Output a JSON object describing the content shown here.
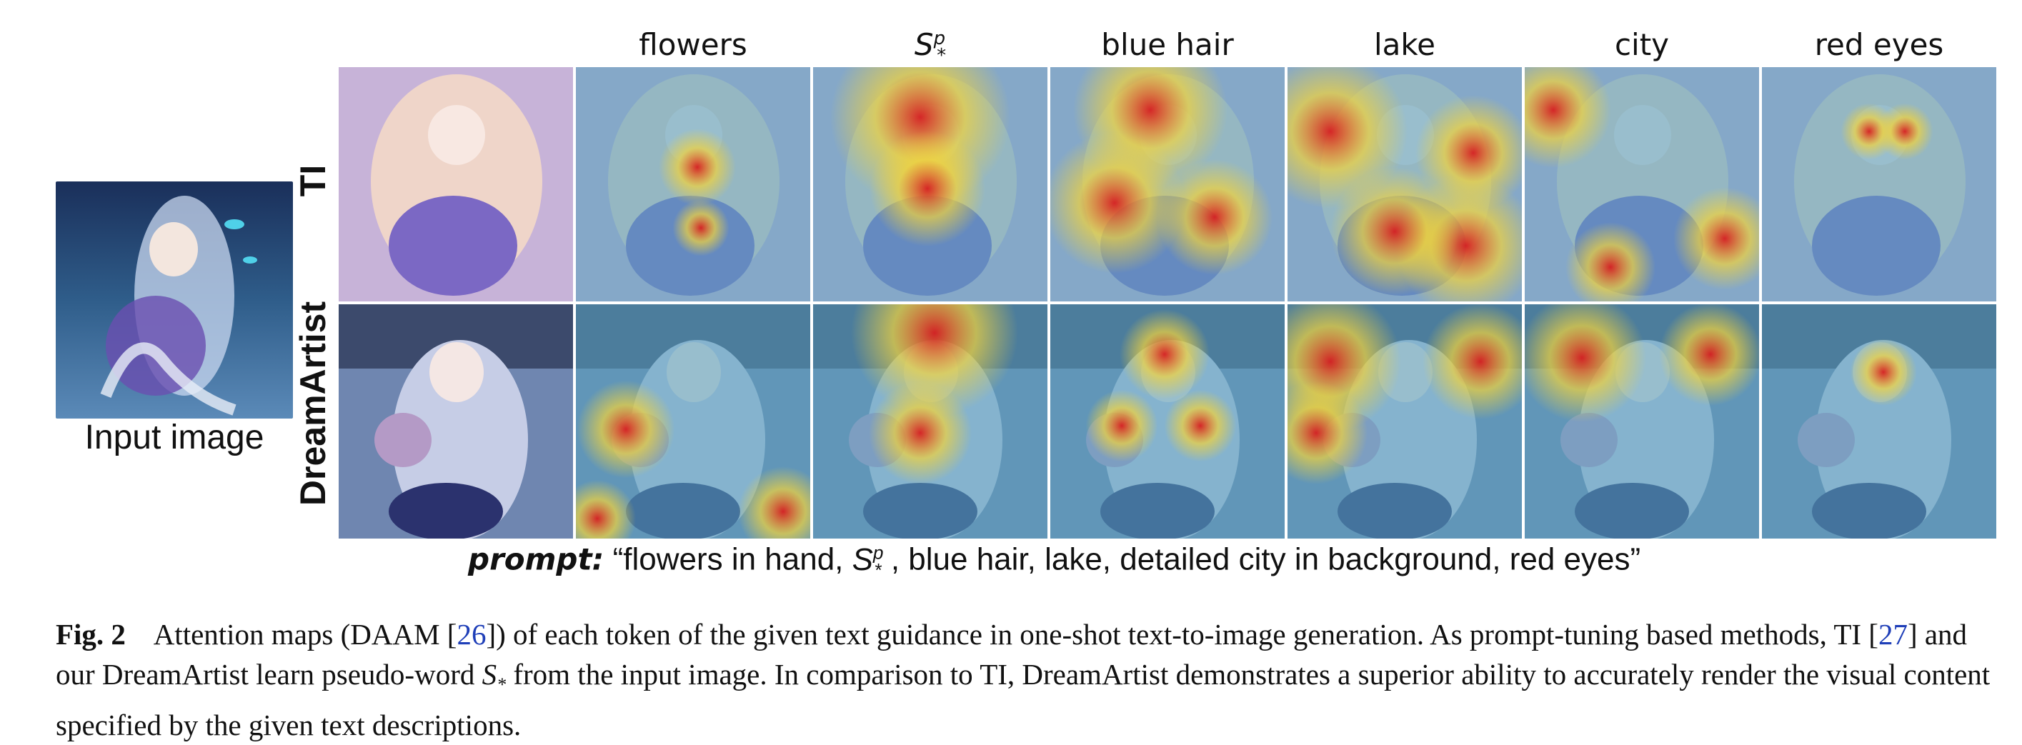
{
  "figure": {
    "input_label": "Input image",
    "row_labels": [
      "TI",
      "DreamArtist"
    ],
    "columns": [
      {
        "label": "",
        "kind": "original"
      },
      {
        "label": "flowers",
        "kind": "heat"
      },
      {
        "label": "S*p",
        "kind": "heat"
      },
      {
        "label": "blue hair",
        "kind": "heat"
      },
      {
        "label": "lake",
        "kind": "heat"
      },
      {
        "label": "city",
        "kind": "heat"
      },
      {
        "label": "red eyes",
        "kind": "heat"
      }
    ],
    "prompt": {
      "keyword": "prompt:",
      "text_a": "“flowers in hand,",
      "text_b": ", blue hair, lake, detailed city in background, red eyes”"
    }
  },
  "caption": {
    "fig_label": "Fig. 2",
    "part1": "Attention maps (DAAM [",
    "cite1": "26",
    "part2": "]) of each token of the given text guidance in one-shot text-to-image generation. As prompt-tuning based methods, TI [",
    "cite2": "27",
    "part3": "] and our DreamArtist learn pseudo-word ",
    "math": "S",
    "math_sub": "*",
    "part4": " from the input image. In comparison to TI, DreamArtist demonstrates a superior ability to accurately render the visual content specified by the given text descriptions."
  },
  "colors": {
    "cite": "#1f3fb8",
    "heat_low": "#3a7bd5",
    "heat_mid": "#f2d33b",
    "heat_high": "#d81f1f"
  }
}
